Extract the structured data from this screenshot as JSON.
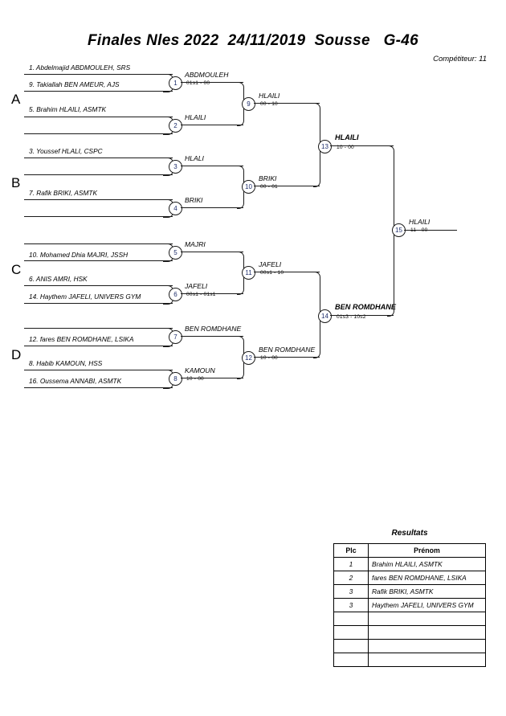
{
  "header": {
    "title": "Finales Nles 2022  24/11/2019  Sousse   G-46",
    "competitors": "Compétiteur: 11"
  },
  "groups": [
    {
      "letter": "A"
    },
    {
      "letter": "B"
    },
    {
      "letter": "C"
    },
    {
      "letter": "D"
    }
  ],
  "entries": [
    {
      "label": "1. Abdelmajid ABDMOULEH, SRS"
    },
    {
      "label": "9. Takiallah BEN AMEUR, AJS"
    },
    {
      "label": "5. Brahim HLAILI, ASMTK"
    },
    {
      "label": ""
    },
    {
      "label": "3. Youssef HLALI, CSPC"
    },
    {
      "label": ""
    },
    {
      "label": "7. Rafik BRIKI, ASMTK"
    },
    {
      "label": ""
    },
    {
      "label": ""
    },
    {
      "label": "10. Mohamed Dhia MAJRI, JSSH"
    },
    {
      "label": "6. ANIS AMRI, HSK"
    },
    {
      "label": "14. Haythem JAFELI, UNIVERS GYM"
    },
    {
      "label": ""
    },
    {
      "label": "12. fares BEN ROMDHANE, LSIKA"
    },
    {
      "label": "8. Habib KAMOUN, HSS"
    },
    {
      "label": "16. Oussema ANNABI, ASMTK"
    }
  ],
  "matches": [
    {
      "number": "1",
      "winner": "ABDMOULEH",
      "score": "01s1 - 00"
    },
    {
      "number": "2",
      "winner": "HLAILI",
      "score": ""
    },
    {
      "number": "3",
      "winner": "HLALI",
      "score": ""
    },
    {
      "number": "4",
      "winner": "BRIKI",
      "score": ""
    },
    {
      "number": "5",
      "winner": "MAJRI",
      "score": ""
    },
    {
      "number": "6",
      "winner": "JAFELI",
      "score": "00s1 - 01s1"
    },
    {
      "number": "7",
      "winner": "BEN ROMDHANE",
      "score": ""
    },
    {
      "number": "8",
      "winner": "KAMOUN",
      "score": "10 - 00"
    },
    {
      "number": "9",
      "winner": "HLAILI",
      "score": "00 - 10"
    },
    {
      "number": "10",
      "winner": "BRIKI",
      "score": "00 - 01"
    },
    {
      "number": "11",
      "winner": "JAFELI",
      "score": "00s1 - 10"
    },
    {
      "number": "12",
      "winner": "BEN ROMDHANE",
      "score": "10 - 00"
    },
    {
      "number": "13",
      "winner": "HLAILI",
      "score": "10 - 00"
    },
    {
      "number": "14",
      "winner": "BEN ROMDHANE",
      "score": "01s3 - 10s2"
    },
    {
      "number": "15",
      "winner": "HLAILI",
      "score": "11 - 00"
    }
  ],
  "results": {
    "title": "Resultats",
    "columns": {
      "plc": "Plc",
      "prenom": "Prénom"
    },
    "rows": [
      {
        "plc": "1",
        "name": "Brahim HLAILI, ASMTK"
      },
      {
        "plc": "2",
        "name": "fares BEN ROMDHANE, LSIKA"
      },
      {
        "plc": "3",
        "name": "Rafik BRIKI, ASMTK"
      },
      {
        "plc": "3",
        "name": "Haythem JAFELI, UNIVERS GYM"
      },
      {
        "plc": "",
        "name": ""
      },
      {
        "plc": "",
        "name": ""
      },
      {
        "plc": "",
        "name": ""
      },
      {
        "plc": "",
        "name": ""
      }
    ]
  }
}
